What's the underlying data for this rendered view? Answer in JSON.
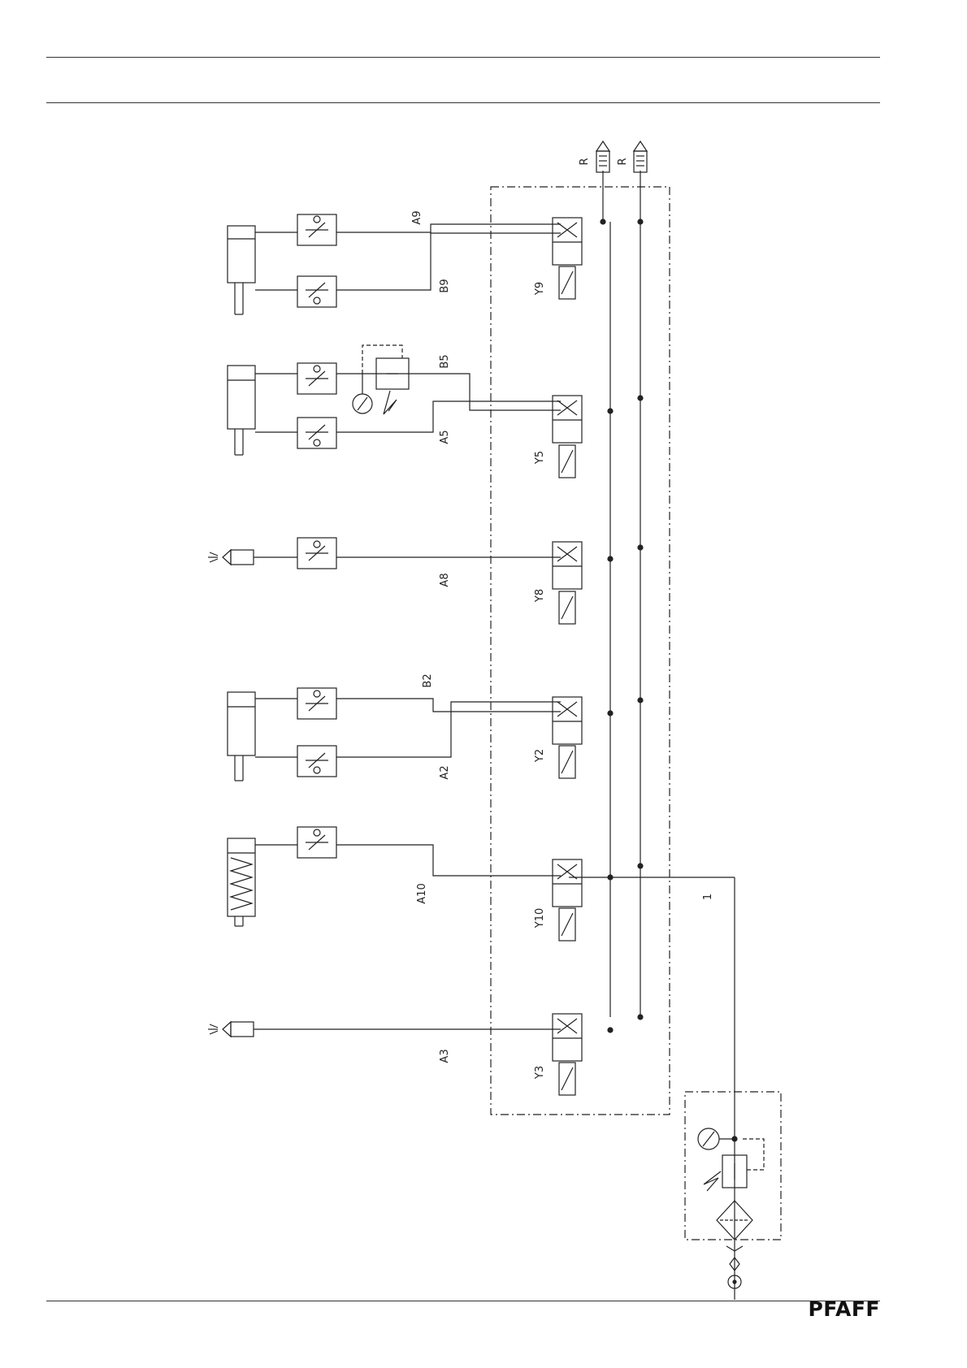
{
  "header": {},
  "diagram": {
    "vents": [
      "R",
      "R"
    ],
    "stations": [
      {
        "valve": "Y9",
        "ports": [
          "A9",
          "B9"
        ]
      },
      {
        "valve": "Y5",
        "ports": [
          "A5",
          "B5"
        ]
      },
      {
        "valve": "Y8",
        "ports": [
          "A8"
        ]
      },
      {
        "valve": "Y2",
        "ports": [
          "A2",
          "B2"
        ]
      },
      {
        "valve": "Y10",
        "ports": [
          "A10"
        ]
      },
      {
        "valve": "Y3",
        "ports": [
          "A3"
        ]
      }
    ],
    "supply_label": "1"
  },
  "footer": {
    "brand": "PFAFF"
  },
  "icons": [
    "double-acting-cylinder-icon",
    "single-acting-spring-cylinder-icon",
    "blow-nozzle-icon",
    "flow-control-valve-icon",
    "solenoid-valve-icon",
    "pressure-regulator-icon",
    "pressure-gauge-icon",
    "filter-icon",
    "silencer-icon",
    "quick-coupling-icon"
  ]
}
